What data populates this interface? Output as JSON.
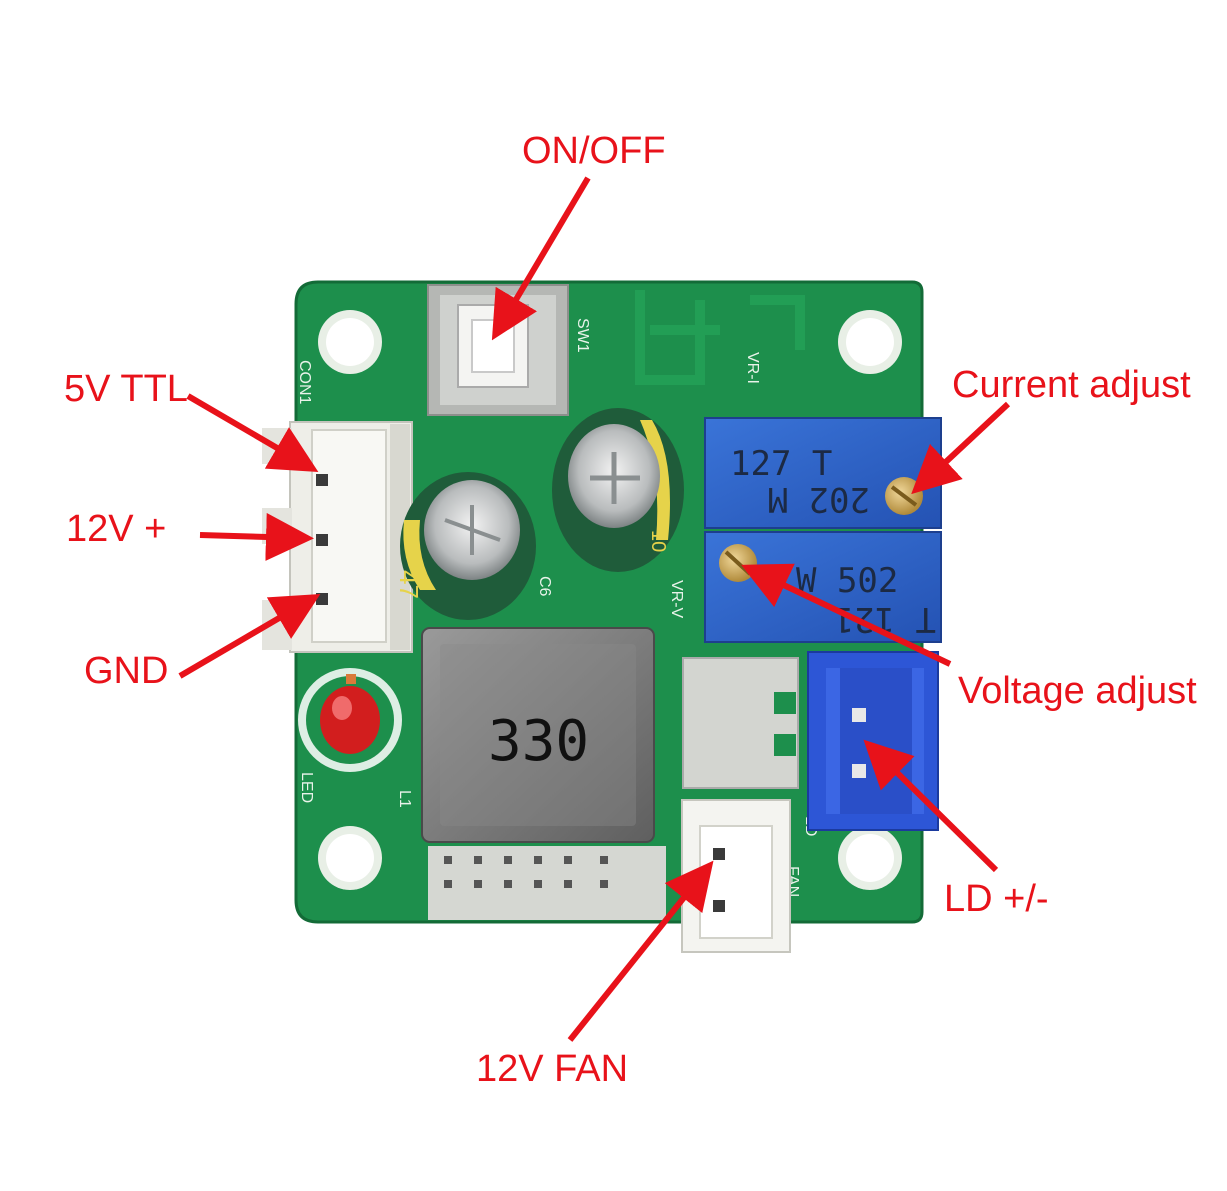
{
  "labels": {
    "on_off": "ON/OFF",
    "ttl": "5V TTL",
    "v12_plus": "12V +",
    "gnd": "GND",
    "current_adjust": "Current adjust",
    "voltage_adjust": "Voltage adjust",
    "ld": "LD +/-",
    "fan": "12V FAN"
  },
  "board": {
    "silkscreen": {
      "sw1": "SW1",
      "con1": "CON1",
      "vr_i": "VR-I",
      "vr_v": "VR-V",
      "c6": "C6",
      "l1": "L1",
      "led": "LED",
      "fan": "FAN",
      "ld": "LD"
    },
    "inductor_marking": "330",
    "pot_current": {
      "line1": "127  T",
      "line2": "202  M"
    },
    "pot_voltage": {
      "line1": "W 502",
      "line2": "T  121"
    },
    "capacitor_marking_1": "47",
    "capacitor_marking_2": "10",
    "colors": {
      "pcb": "#1d8f4c",
      "label_red": "#e8121a",
      "pot_blue": "#2b62c8",
      "jst_blue": "#2d56d6",
      "capacitor_green": "#1f5c3a"
    }
  }
}
